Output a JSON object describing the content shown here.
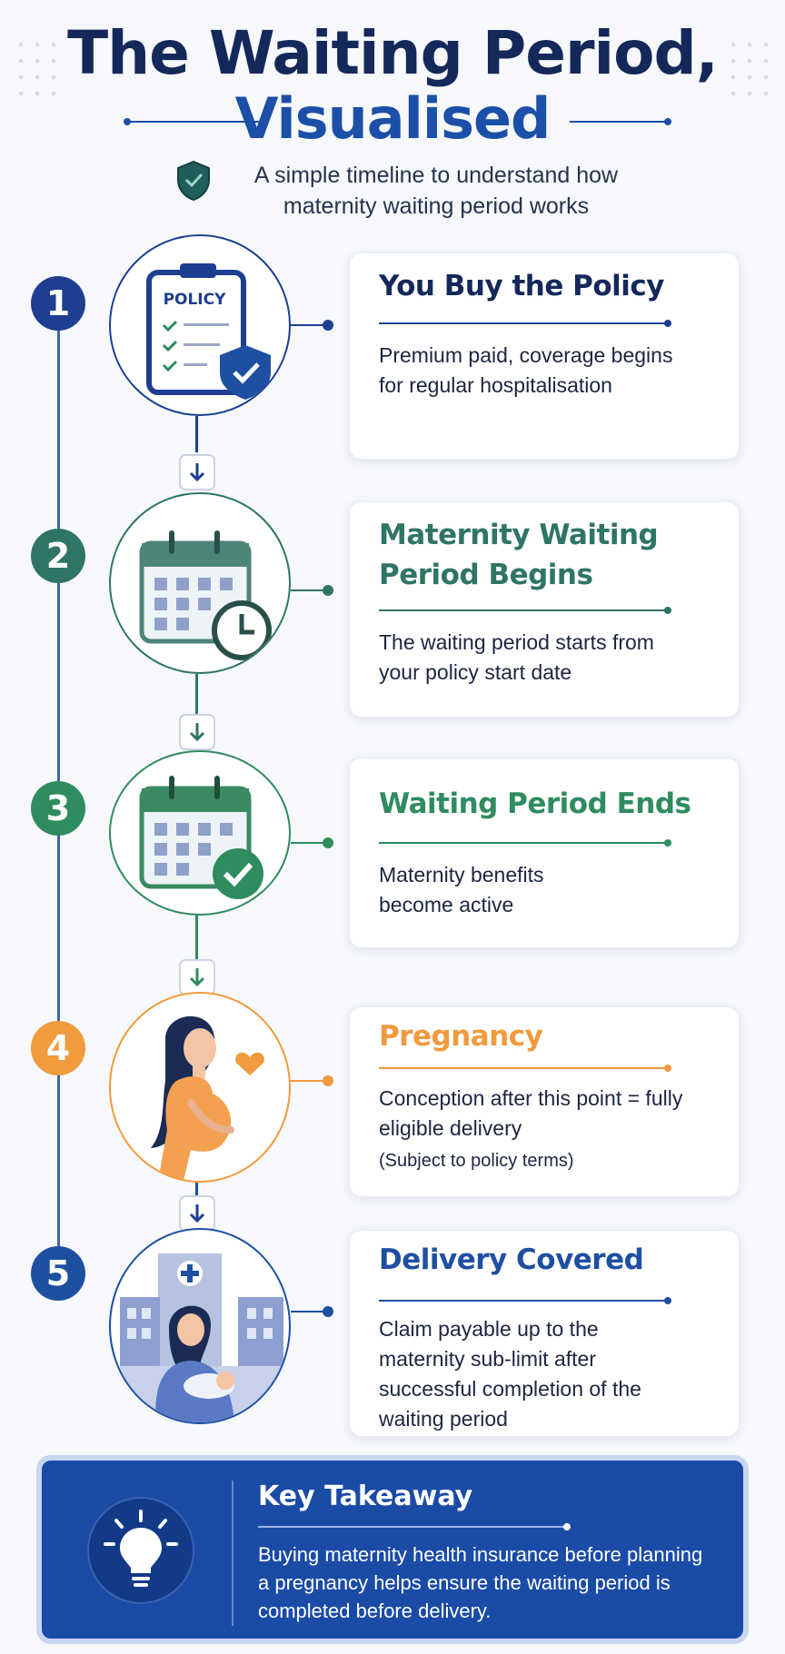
{
  "header": {
    "title_line1": "The Waiting Period,",
    "title_line2": "Visualised",
    "subtitle": "A simple timeline to understand how maternity waiting period works"
  },
  "steps": [
    {
      "number": "1",
      "title": "You Buy the Policy",
      "text": "Premium paid, coverage begins for regular hospitalisation",
      "note": "",
      "color": "#1e3f91",
      "icon": "policy-document-shield-icon",
      "badge_text": "POLICY"
    },
    {
      "number": "2",
      "title": "Maternity Waiting Period Begins",
      "text": "The waiting period starts from your policy start date",
      "note": "",
      "color": "#2f7566",
      "icon": "calendar-clock-icon"
    },
    {
      "number": "3",
      "title": "Waiting Period Ends",
      "text": "Maternity benefits become active",
      "note": "",
      "color": "#2f8c5f",
      "icon": "calendar-check-icon"
    },
    {
      "number": "4",
      "title": "Pregnancy",
      "text": "Conception after this point = fully eligible delivery",
      "note": "(Subject to policy terms)",
      "color": "#f19a3e",
      "icon": "pregnant-woman-icon"
    },
    {
      "number": "5",
      "title": "Delivery Covered",
      "text": "Claim payable up to the maternity sub-limit after successful completion of the waiting period",
      "note": "",
      "color": "#1e4fa1",
      "icon": "hospital-mother-baby-icon"
    }
  ],
  "takeaway": {
    "title": "Key Takeaway",
    "text": "Buying maternity health insurance before planning a pregnancy helps ensure the waiting period is completed before delivery.",
    "icon": "lightbulb-icon"
  },
  "colors": {
    "navy": "#14285a",
    "blue": "#1b4fa8",
    "teal": "#2f7566",
    "green": "#2f8c5f",
    "orange": "#f19a3e"
  }
}
